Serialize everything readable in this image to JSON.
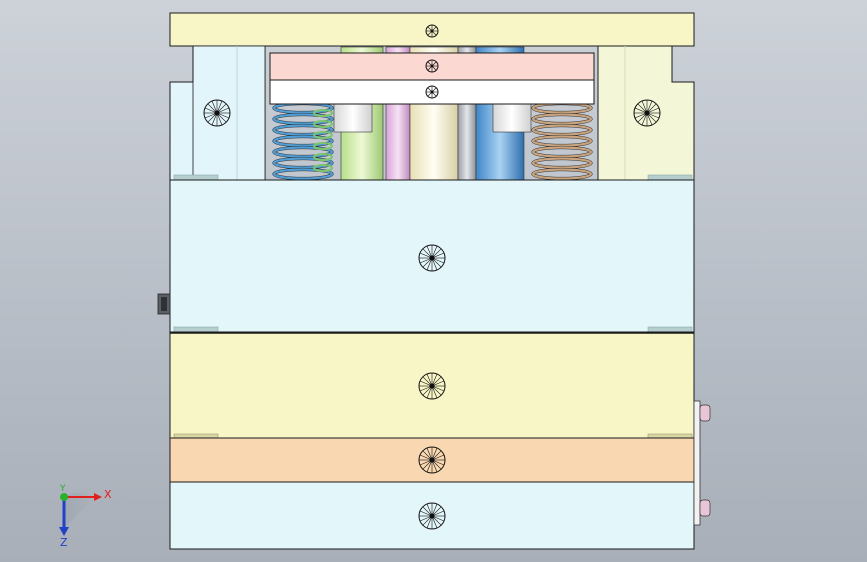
{
  "viewport": {
    "background_top": "#cdd2d9",
    "background_bottom": "#a9afb8"
  },
  "colors": {
    "top_clamp_plate": "#f8f6c6",
    "ejector_plate_upper": "#fbd9d2",
    "ejector_plate_lower": "#ffffff",
    "left_support_block": "#e1f5fa",
    "right_support_block": "#f3f7d7",
    "a_plate": "#e3f6fa",
    "b_plate": "#f8f6c6",
    "stripper_plate": "#f9d8b1",
    "bottom_clamp_plate": "#e3f6fa",
    "spring_left": "#4f9ed6",
    "spring_right": "#c9a47e",
    "outline": "#1a1a1a"
  },
  "parts": [
    {
      "name": "top-clamp-plate",
      "fastener": "screw-icon"
    },
    {
      "name": "ejector-plate-upper",
      "fastener": "screw-icon"
    },
    {
      "name": "ejector-plate-lower",
      "fastener": "screw-icon"
    },
    {
      "name": "left-support-block",
      "fastener": "screw-icon"
    },
    {
      "name": "right-support-block",
      "fastener": "screw-icon"
    },
    {
      "name": "a-plate",
      "fastener": "screw-icon"
    },
    {
      "name": "b-plate",
      "fastener": "screw-icon"
    },
    {
      "name": "stripper-plate",
      "fastener": "screw-icon"
    },
    {
      "name": "bottom-clamp-plate",
      "fastener": "screw-icon"
    }
  ],
  "axes": {
    "x_label": "X",
    "y_label": "Y",
    "z_label": "Z",
    "x_color": "#e0201c",
    "y_color": "#2ab02a",
    "z_color": "#2340c8"
  }
}
